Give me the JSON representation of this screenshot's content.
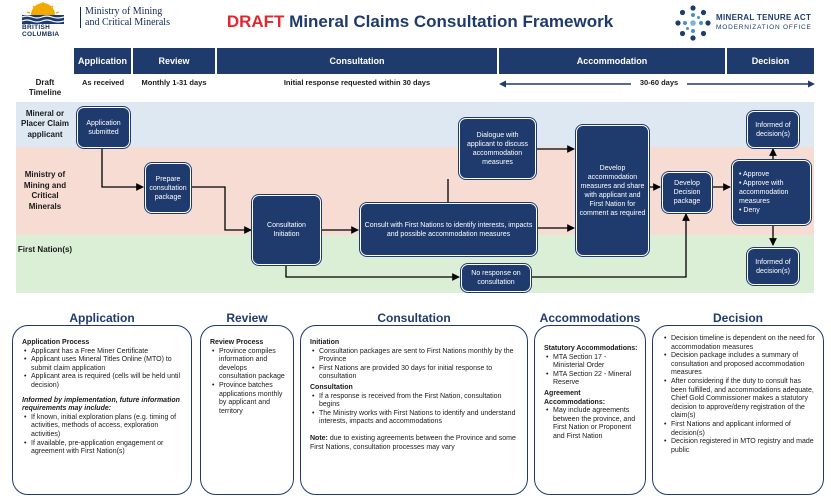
{
  "header": {
    "bc_logo_text": "BRITISH COLUMBIA",
    "ministry_name": "Ministry of Mining and Critical Minerals",
    "title_prefix": "DRAFT",
    "title_rest": "Mineral Claims Consultation Framework",
    "mta_name": "MINERAL TENURE ACT",
    "mta_sub": "MODERNIZATION OFFICE"
  },
  "columns": [
    "Application",
    "Review",
    "Consultation",
    "Accommodation",
    "Decision"
  ],
  "timeline": {
    "label": "Draft Timeline",
    "application": "As received",
    "review": "Monthly 1-31 days",
    "consultation": "Initial response requested within 30 days",
    "accommodation_decision": "30-60 days"
  },
  "lanes": {
    "applicant": "Mineral or Placer Claim applicant",
    "ministry": "Ministry of Mining and Critical Minerals",
    "first_nation": "First Nation(s)"
  },
  "nodes": {
    "application_submitted": "Application submitted",
    "prepare_package": "Prepare consultation package",
    "consultation_initiation": "Consultation Initiation",
    "consult_first_nations": "Consult with First Nations to identify interests, impacts and possible accommodation measures",
    "dialogue": "Dialogue with applicant to discuss accommodation measures",
    "no_response": "No response on consultation",
    "develop_measures": "Develop accommodation measures and share with applicant and First Nation for comment as required",
    "develop_package": "Develop Decision package",
    "decision_options": [
      "Approve",
      "Approve with accommodation measures",
      "Deny"
    ],
    "informed_applicant": "Informed of decision(s)",
    "informed_fn": "Informed of decision(s)"
  },
  "sections": {
    "application": {
      "title": "Application",
      "process_heading": "Application Process",
      "process_items": [
        "Applicant has a Free Miner Certificate",
        "Applicant uses Mineral Titles Online (MTO)  to submit claim application",
        "Applicant area  is required (cells will be held until decision)"
      ],
      "informed_heading": "Informed by implementation, future information requirements may include:",
      "informed_items": [
        "If known, initial exploration plans (e.g. timing of activities, methods of access, exploration activities)",
        "If available, pre-application engagement or agreement with First Nation(s)"
      ]
    },
    "review": {
      "title": "Review",
      "heading": "Review Process",
      "items": [
        "Province compiles information and develops consultation package",
        "Province batches applications monthly by applicant and territory"
      ]
    },
    "consultation": {
      "title": "Consultation",
      "initiation_heading": "Initiation",
      "initiation_items": [
        "Consultation packages are sent to First Nations monthly by the Province",
        "First Nations are provided 30 days for initial response to consultation"
      ],
      "consultation_heading": "Consultation",
      "consultation_items": [
        "If a response is received from the First Nation, consultation begins",
        "The Ministry works with First Nations to identify and understand interests, impacts and  accommodations"
      ],
      "note_label": "Note:",
      "note_text": " due to existing agreements between the Province and some First Nations, consultation processes may vary"
    },
    "accommodations": {
      "title": "Accommodations",
      "statutory_heading": "Statutory Accommodations:",
      "statutory_items": [
        "MTA Section 17 - Ministerial Order",
        "MTA Section 22 - Mineral Reserve"
      ],
      "agreement_heading": "Agreement Accommodations:",
      "agreement_items": [
        "May include agreements between the province, and First Nation or Proponent and First Nation"
      ]
    },
    "decision": {
      "title": "Decision",
      "items": [
        "Decision timeline is dependent on the need for accommodation measures",
        "Decision package includes a summary of consultation and proposed accommodation measures",
        "After considering if the duty to consult has been fulfilled, and accommodations adequate, Chief Gold Commissioner makes a statutory decision to approve/deny registration of the claim(s)",
        "First Nations and applicant informed of decision(s)",
        "Decision registered in MTO registry and made public"
      ]
    }
  },
  "colors": {
    "navy": "#1f3b6e",
    "lane_blue": "#dde8f3",
    "lane_pink": "#f7dcd3",
    "lane_green": "#dbefd6",
    "draft_red": "#e3272e"
  }
}
